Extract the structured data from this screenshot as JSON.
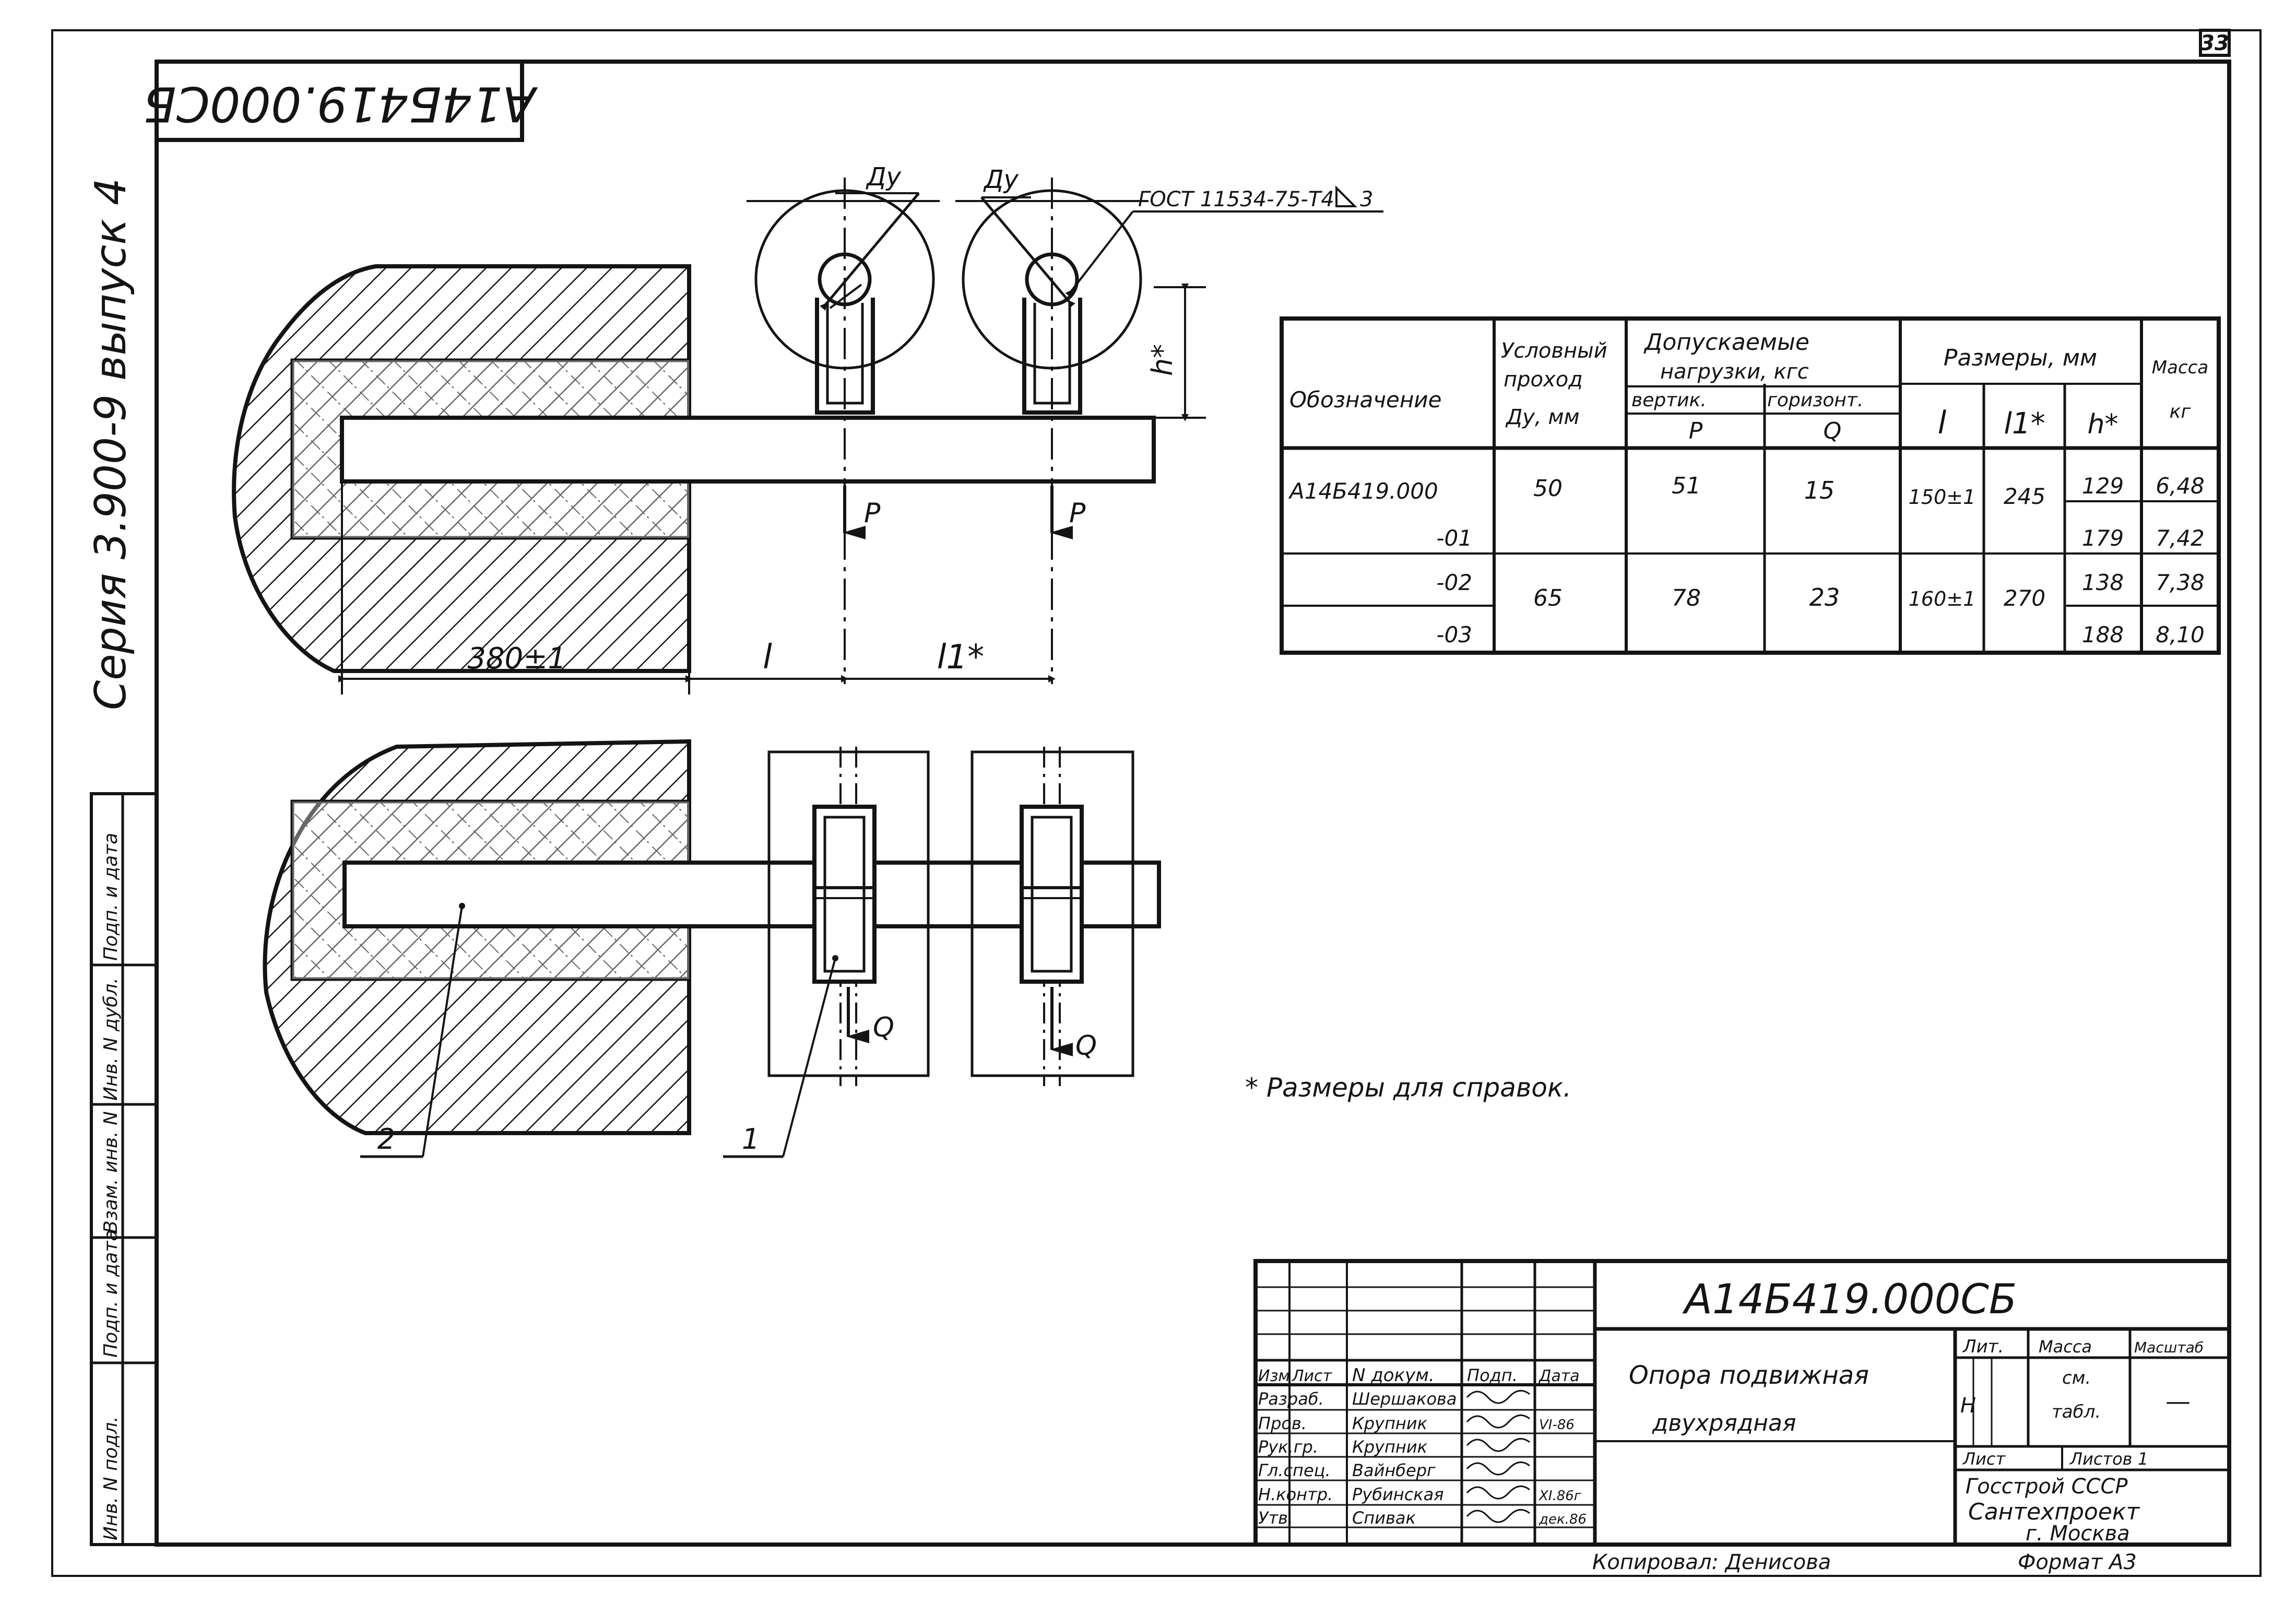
{
  "sheet_number": "33",
  "doc_code_top": "А14Б419.000СБ",
  "series_text": "Серия 3.900-9 выпуск 4",
  "labels": {
    "du": "Ду",
    "gost": "ГОСТ 11534-75-Т4",
    "gost_mark": "3",
    "h_star": "h*",
    "p": "P",
    "q": "Q",
    "dim_380": "380±1",
    "dim_l": "l",
    "dim_l1": "l1*",
    "pos1": "1",
    "pos2": "2",
    "note": "* Размеры для справок."
  },
  "table": {
    "headers": {
      "designation": "Обозначение",
      "bore": [
        "Условный",
        "проход",
        "Ду, мм"
      ],
      "loads": [
        "Допускаемые",
        "нагрузки, кгс"
      ],
      "vert": "вертик.",
      "horiz": "горизонт.",
      "p": "P",
      "q": "Q",
      "dims": "Размеры, мм",
      "l": "l",
      "l1": "l1*",
      "h": "h*",
      "mass": [
        "Масса",
        "кг"
      ]
    },
    "rows": [
      {
        "designation": "А14Б419.000",
        "bore": "50",
        "p": "51",
        "q": "15",
        "l": "150±1",
        "l1": "245",
        "h": "129",
        "mass": "6,48"
      },
      {
        "designation": "-01",
        "bore": "",
        "p": "",
        "q": "",
        "l": "",
        "l1": "",
        "h": "179",
        "mass": "7,42"
      },
      {
        "designation": "-02",
        "bore": "65",
        "p": "78",
        "q": "23",
        "l": "160±1",
        "l1": "270",
        "h": "138",
        "mass": "7,38"
      },
      {
        "designation": "-03",
        "bore": "",
        "p": "",
        "q": "",
        "l": "",
        "l1": "",
        "h": "188",
        "mass": "8,10"
      }
    ]
  },
  "title_block": {
    "code": "А14Б419.000СБ",
    "name_line1": "Опора подвижная",
    "name_line2": "двухрядная",
    "cols": {
      "izm": "Изм",
      "list": "Лист",
      "doc": "N докум.",
      "podp": "Подп.",
      "date": "Дата"
    },
    "roles": [
      {
        "role": "Разраб.",
        "name": "Шершакова",
        "date": ""
      },
      {
        "role": "Пров.",
        "name": "Крупник",
        "date": "VI-86"
      },
      {
        "role": "Рук.гр.",
        "name": "Крупник",
        "date": ""
      },
      {
        "role": "Гл.спец.",
        "name": "Вайнберг",
        "date": ""
      },
      {
        "role": "Н.контр.",
        "name": "Рубинская",
        "date": "XI.86г"
      },
      {
        "role": "Утв.",
        "name": "Спивак",
        "date": "дек.86"
      }
    ],
    "lit": "Лит.",
    "lit_value": "Н",
    "mass_label": [
      "Масса",
      "см.",
      "табл."
    ],
    "scale_label": "Масштаб",
    "scale_value": "—",
    "sheet_label": "Лист",
    "sheets_label": "Листов 1",
    "org": [
      "Госстрой СССР",
      "Сантехпроект",
      "г. Москва"
    ],
    "copied": "Копировал: Денисова",
    "format": "Формат А3"
  },
  "side_stamp": [
    "Инв. N подл.",
    "Подп. и дата",
    "Взам. инв. N",
    "Инв. N дубл.",
    "Подп. и дата"
  ]
}
